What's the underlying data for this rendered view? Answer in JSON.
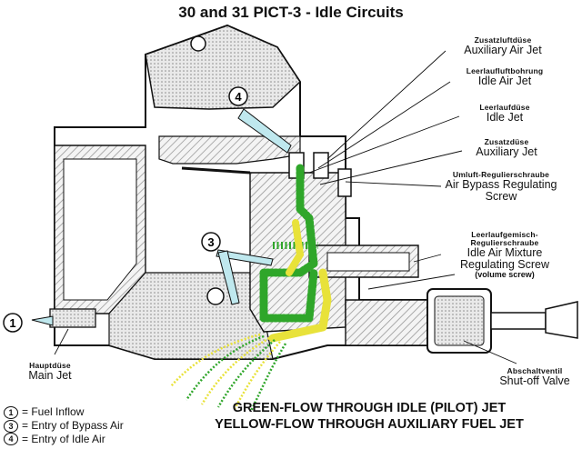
{
  "title": "30 and 31 PICT-3  -  Idle Circuits",
  "labels": {
    "aux_air_jet": {
      "de": "Zusatzluftdüse",
      "en": "Auxiliary Air Jet"
    },
    "idle_air_jet": {
      "de": "Leerlaufluftbohrung",
      "en": "Idle Air Jet"
    },
    "idle_jet": {
      "de": "Leerlaufdüse",
      "en": "Idle Jet"
    },
    "aux_jet": {
      "de": "Zusatzdüse",
      "en": "Auxiliary Jet"
    },
    "bypass_screw": {
      "de": "Umluft-Regulierschraube",
      "en1": "Air Bypass Regulating",
      "en2": "Screw"
    },
    "mixture_screw": {
      "de1": "Leerlaufgemisch-",
      "de2": "Regulierschraube",
      "en1": "Idle Air Mixture",
      "en2": "Regulating Screw",
      "extra": "(volume screw)"
    },
    "main_jet": {
      "de": "Hauptdüse",
      "en": "Main Jet"
    },
    "shutoff": {
      "de": "Abschaltventil",
      "en": "Shut-off Valve"
    }
  },
  "markers": {
    "m1": "1",
    "m3": "3",
    "m4": "4"
  },
  "legend": [
    {
      "num": "1",
      "text": "=  Fuel Inflow"
    },
    {
      "num": "3",
      "text": "=  Entry of Bypass Air"
    },
    {
      "num": "4",
      "text": "=  Entry of Idle Air"
    }
  ],
  "flows": {
    "green": "GREEN-FLOW THROUGH IDLE (PILOT) JET",
    "yellow": "YELLOW-FLOW THROUGH AUXILIARY FUEL JET"
  },
  "colors": {
    "green": "#2fa62a",
    "yellow": "#e8e23a",
    "cyan": "#bfe8ee",
    "ink": "#111111",
    "hatch": "#c8c8c8"
  }
}
